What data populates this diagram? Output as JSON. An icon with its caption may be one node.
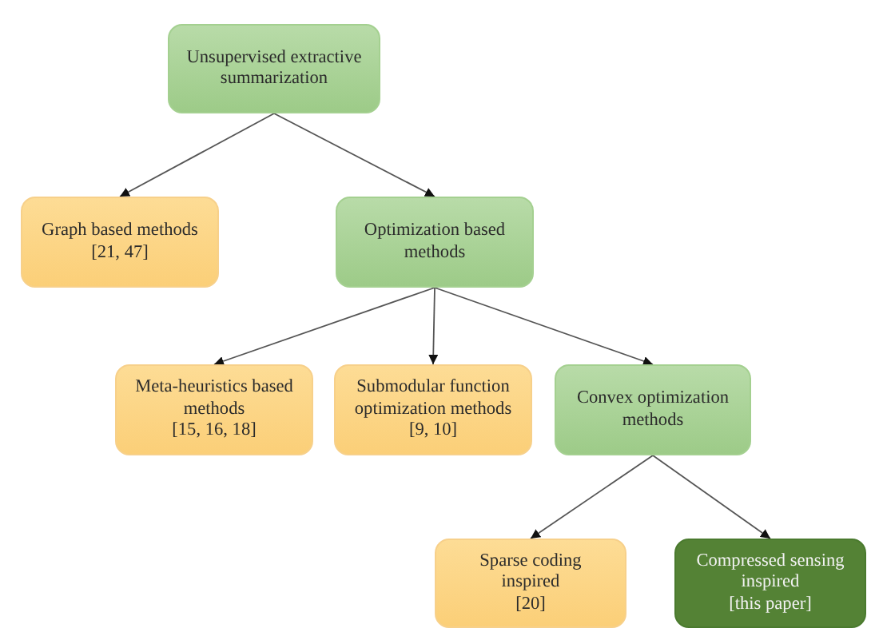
{
  "diagram": {
    "nodes": [
      {
        "text": [
          "Unsupervised extractive summarization"
        ]
      },
      {
        "text": [
          "Graph based methods",
          "[21, 47]"
        ]
      },
      {
        "text": [
          "Optimization based methods"
        ]
      },
      {
        "text": [
          "Meta-heuristics based methods",
          "[15, 16, 18]"
        ]
      },
      {
        "text": [
          "Submodular function optimization methods",
          "[9, 10]"
        ]
      },
      {
        "text": [
          "Convex optimization methods"
        ]
      },
      {
        "text": [
          "Sparse coding inspired",
          "[20]"
        ]
      },
      {
        "text": [
          "Compressed sensing inspired",
          "[this paper]"
        ]
      }
    ],
    "edges": [
      {
        "from": 0,
        "to": 1,
        "arrow": "to"
      },
      {
        "from": 0,
        "to": 2,
        "arrow": "to"
      },
      {
        "from": 2,
        "to": 3,
        "arrow": "to"
      },
      {
        "from": 2,
        "to": 4,
        "arrow": "to"
      },
      {
        "from": 2,
        "to": 5,
        "arrow": "to"
      },
      {
        "from": 5,
        "to": 6,
        "arrow": "to"
      },
      {
        "from": 5,
        "to": 7,
        "arrow": "to"
      }
    ]
  }
}
